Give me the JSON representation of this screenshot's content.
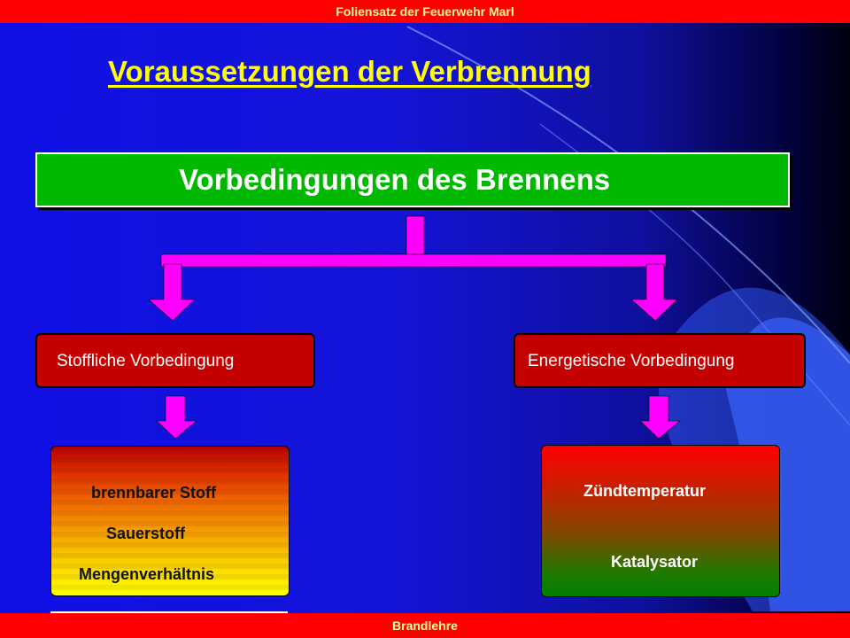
{
  "header": {
    "text": "Foliensatz der Feuerwehr Marl"
  },
  "footer": {
    "text": "Brandlehre"
  },
  "title": "Voraussetzungen der Verbrennung",
  "main_box": "Vorbedingungen des Brennens",
  "branches": {
    "left": {
      "label": "Stoffliche Vorbedingung",
      "items": [
        "brennbarer Stoff",
        "Sauerstoff",
        "Mengenverhältnis"
      ]
    },
    "right": {
      "label": "Energetische Vorbedingung",
      "items": [
        "Zündtemperatur",
        "Katalysator"
      ]
    }
  },
  "colors": {
    "header_bar": "#ff0000",
    "bar_text": "#ffff99",
    "title": "#ffff00",
    "main_box": "#00b800",
    "branch_box": "#c40000",
    "connector": "#ff00ff"
  }
}
